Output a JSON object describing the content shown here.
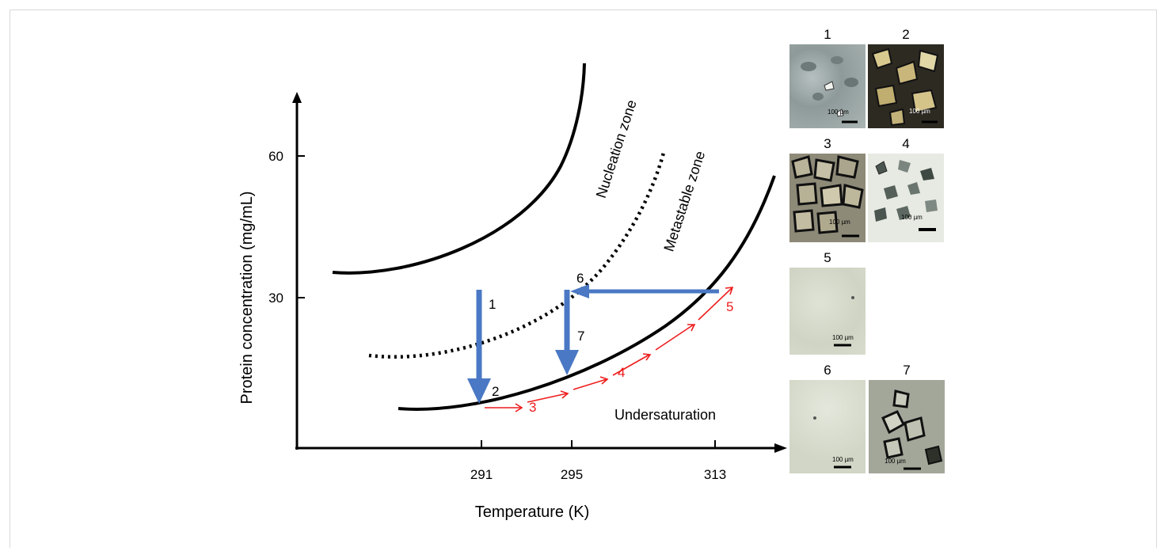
{
  "axes": {
    "xlabel": "Temperature (K)",
    "ylabel": "Protein concentration (mg/mL)",
    "x_ticks": [
      "291",
      "295",
      "313"
    ],
    "y_ticks": [
      "60",
      "30"
    ]
  },
  "zones": {
    "nucleation": "Nucleation zone",
    "metastable": "Metastable zone",
    "undersaturation": "Undersaturation"
  },
  "path_labels": {
    "blue": [
      "1",
      "2",
      "6",
      "7"
    ],
    "red": [
      "3",
      "4",
      "5"
    ]
  },
  "micrographs": [
    {
      "num": "1",
      "scale": "100 µm"
    },
    {
      "num": "2",
      "scale": "100 µm"
    },
    {
      "num": "3",
      "scale": "100 µm"
    },
    {
      "num": "4",
      "scale": "100 µm"
    },
    {
      "num": "5",
      "scale": "100 µm"
    },
    {
      "num": "6",
      "scale": "100 µm"
    },
    {
      "num": "7",
      "scale": "100 µm"
    }
  ],
  "colors": {
    "blue_arrow": "#4a78c4",
    "red_arrow": "#ee1c1c",
    "curve": "#000000"
  }
}
